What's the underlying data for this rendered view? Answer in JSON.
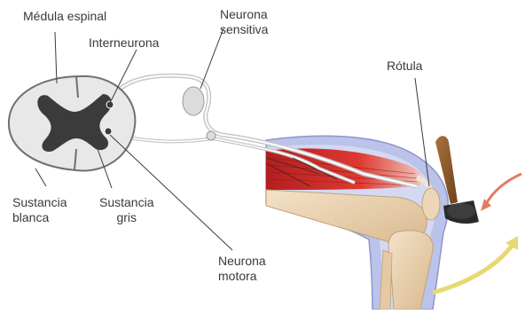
{
  "labels": {
    "medula_espinal": "Médula espinal",
    "interneurona": "Interneurona",
    "neurona_sensitiva": [
      "Neurona",
      "sensitiva"
    ],
    "rotula": "Rótula",
    "sustancia_blanca": [
      "Sustancia",
      "blanca"
    ],
    "sustancia_gris": [
      "Sustancia",
      "gris"
    ],
    "neurona_motora": [
      "Neurona",
      "motora"
    ]
  },
  "colors": {
    "white_matter": "#e6e6e6",
    "gray_matter": "#3b3b3b",
    "nerve_fill": "#dcdcdc",
    "skin": "#b8bfe6",
    "muscle": "#d8302c",
    "bone": "#e8cfae",
    "hammer": "#8a5a2b",
    "arrow_red": "#e06b55",
    "arrow_yellow": "#e8d870"
  }
}
